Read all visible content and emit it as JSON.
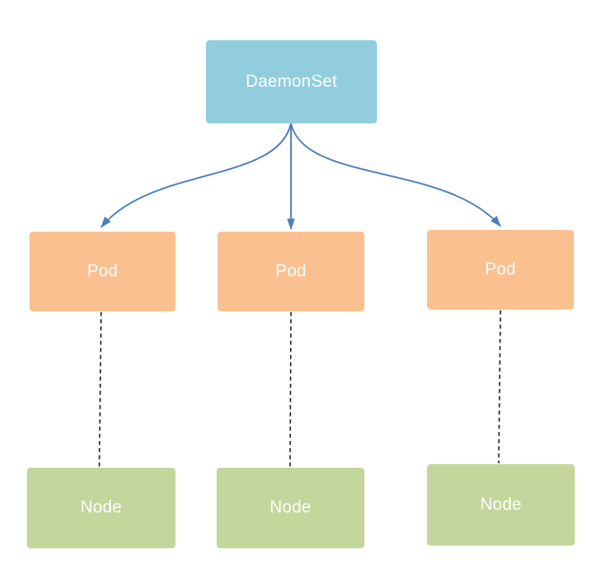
{
  "diagram": {
    "daemonset": {
      "label": "DaemonSet"
    },
    "pods": [
      {
        "label": "Pod"
      },
      {
        "label": "Pod"
      },
      {
        "label": "Pod"
      }
    ],
    "nodes": [
      {
        "label": "Node"
      },
      {
        "label": "Node"
      },
      {
        "label": "Node"
      }
    ],
    "colors": {
      "daemonset-fill": "#92cdde",
      "pod-fill": "#fac090",
      "node-fill": "#c3d69b",
      "arrow-color": "#4a7ebb",
      "dash-color": "#1f1f1f",
      "label-color": "#ffffff",
      "background": "#ffffff"
    }
  }
}
